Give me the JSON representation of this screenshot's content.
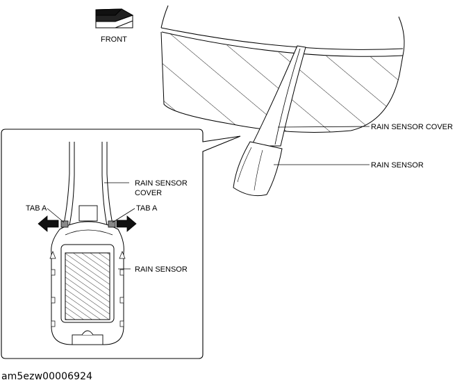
{
  "labels": {
    "front": "FRONT",
    "rain_sensor_cover_main": "RAIN SENSOR COVER",
    "rain_sensor_main": "RAIN SENSOR",
    "rain_sensor_cover_detail_line1": "RAIN SENSOR",
    "rain_sensor_cover_detail_line2": "COVER",
    "tab_a_left": "TAB A",
    "tab_a_right": "TAB A",
    "rain_sensor_detail": "RAIN SENSOR"
  },
  "caption": "am5ezw00006924",
  "colors": {
    "ink": "#000000",
    "background": "#ffffff",
    "hatch_fill": "#ffffff"
  },
  "icons": {
    "front_direction": "front-arrow-icon",
    "tab_release_left": "left-arrow-icon",
    "tab_release_right": "right-arrow-icon"
  }
}
